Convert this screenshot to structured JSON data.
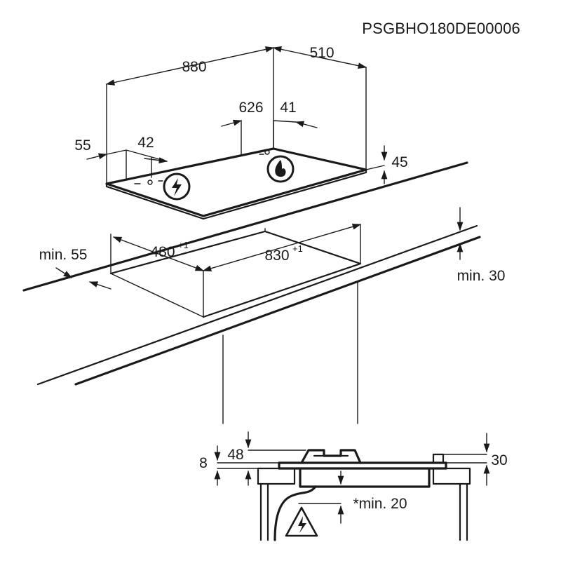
{
  "document_code": "PSGBHO180DE00006",
  "hob": {
    "width": "880",
    "depth": "510",
    "burner_offset_x": "626",
    "burner_offset_y": "41",
    "side_margin": "55",
    "front_offset": "42",
    "height": "45"
  },
  "cutout": {
    "min_front": "min. 55",
    "depth": "480",
    "depth_tolerance": "+1",
    "width": "830",
    "width_tolerance": "+1",
    "min_worktop": "min. 30"
  },
  "section": {
    "rim_height": "8",
    "body_height": "48",
    "top_height": "30",
    "min_clearance": "*min. 20"
  },
  "icons": [
    "electric-warning-icon",
    "gas-flame-icon",
    "electric-warning-triangle-icon"
  ]
}
